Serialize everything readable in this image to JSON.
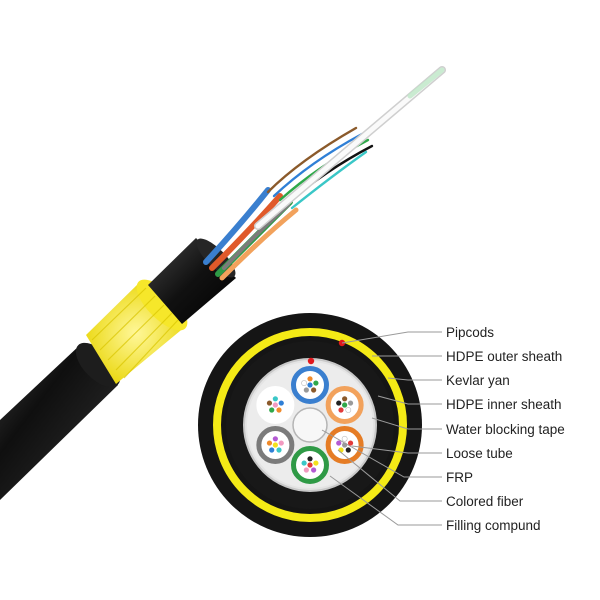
{
  "labels": [
    "Pipcods",
    "HDPE outer sheath",
    "Kevlar yan",
    "HDPE inner sheath",
    "Water blocking tape",
    "Loose tube",
    "FRP",
    "Colored fiber",
    "Filling compund"
  ],
  "colors": {
    "outer_sheath": "#151515",
    "kevlar": "#f4ea16",
    "inner_sheath": "#181818",
    "tape": "#e4e4e4",
    "frp": "#f7f7f7",
    "ripcord": "#e0171d",
    "leader_line": "#9a9a9a"
  },
  "tube_colors": [
    "#3a7fcf",
    "#f2a25c",
    "#e57c25",
    "#2f9a46",
    "#7b7b7b",
    "#ffffff"
  ],
  "fiber_colors": [
    "#2f7fd6",
    "#f08a2a",
    "#2fa84a",
    "#8b5a2b",
    "#9a9a9a",
    "#ffffff",
    "#e23a3a",
    "#222222",
    "#f3e11d",
    "#b45ad3",
    "#f29ac0",
    "#3ac7c7"
  ]
}
